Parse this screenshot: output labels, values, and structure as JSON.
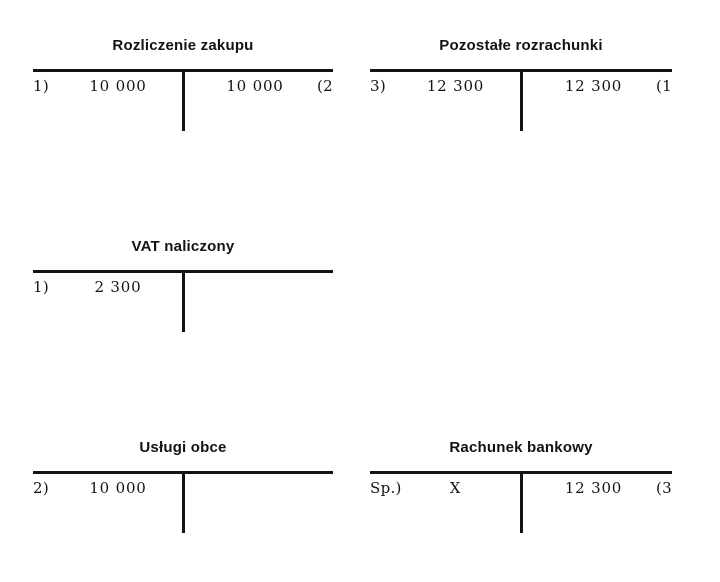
{
  "page": {
    "background_color": "#ffffff",
    "ink_color": "#131313",
    "description": "Ledger T-accounts diagram"
  },
  "accounts": [
    {
      "id": "rozliczenie-zakupu",
      "title": "Rozliczenie zakupu",
      "debit_label": "1)",
      "debit_amount": "10 000",
      "credit_amount": "10 000",
      "credit_label": "(2"
    },
    {
      "id": "pozostale-rozrachunki",
      "title": "Pozostałe rozrachunki",
      "debit_label": "3)",
      "debit_amount": "12 300",
      "credit_amount": "12 300",
      "credit_label": "(1"
    },
    {
      "id": "vat-naliczony",
      "title": "VAT naliczony",
      "debit_label": "1)",
      "debit_amount": "2 300",
      "credit_amount": "",
      "credit_label": ""
    },
    {
      "id": "uslugi-obce",
      "title": "Usługi obce",
      "debit_label": "2)",
      "debit_amount": "10 000",
      "credit_amount": "",
      "credit_label": ""
    },
    {
      "id": "rachunek-bankowy",
      "title": "Rachunek bankowy",
      "debit_label": "Sp.)",
      "debit_amount": "X",
      "credit_amount": "12 300",
      "credit_label": "(3"
    }
  ]
}
